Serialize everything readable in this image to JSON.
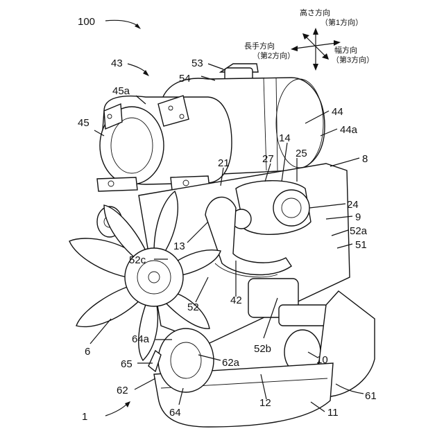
{
  "figure": {
    "ref_main": "100",
    "ref_engine": "1",
    "axes": {
      "vertical": "高さ方向",
      "vertical_sub": "（第1方向）",
      "longitudinal": "長手方向",
      "longitudinal_sub": "（第2方向）",
      "lateral": "幅方向",
      "lateral_sub": "（第3方向）"
    },
    "labels": {
      "l43": "43",
      "l45a": "45a",
      "l45": "45",
      "l53": "53",
      "l54": "54",
      "l44": "44",
      "l44a": "44a",
      "l14": "14",
      "l25": "25",
      "l27": "27",
      "l8": "8",
      "l21": "21",
      "l24": "24",
      "l9": "9",
      "l52a": "52a",
      "l51": "51",
      "l13": "13",
      "l52c": "52c",
      "l42": "42",
      "l52": "52",
      "l52b": "52b",
      "l6": "6",
      "l64a": "64a",
      "l65": "65",
      "l62a": "62a",
      "l10": "10",
      "l62": "62",
      "l61": "61",
      "l12": "12",
      "l64": "64",
      "l11": "11"
    }
  }
}
